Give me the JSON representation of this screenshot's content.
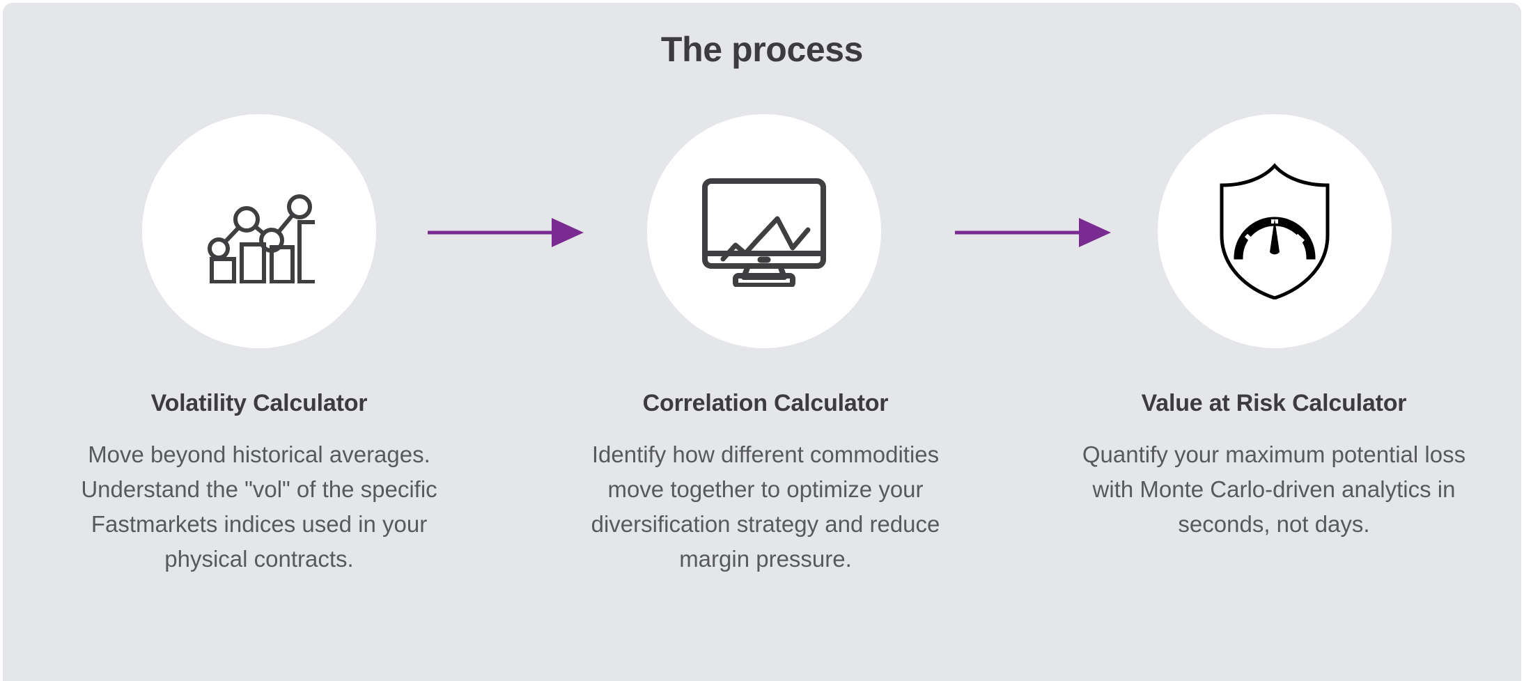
{
  "header": {
    "title": "The process"
  },
  "theme": {
    "background": "#e4e6e9",
    "badge_background": "#ffffff",
    "arrow_color": "#7a2b91",
    "title_color": "#3c3c3e",
    "body_color": "#58595b",
    "icon_stroke": "#3f3f41"
  },
  "steps": [
    {
      "icon": "bar-chart-line-icon",
      "title": "Volatility Calculator",
      "body": "Move beyond historical averages. Understand the \"vol\" of the specific Fastmarkets indices used in your physical contracts."
    },
    {
      "icon": "monitor-line-chart-icon",
      "title": "Correlation Calculator",
      "body": "Identify how different commodities move together to optimize your diversification strategy and reduce margin pressure."
    },
    {
      "icon": "shield-gauge-icon",
      "title": "Value at Risk Calculator",
      "body": "Quantify your maximum potential loss with Monte Carlo-driven analytics in seconds, not days."
    }
  ],
  "connectors": [
    {
      "name": "arrow-right-icon-1"
    },
    {
      "name": "arrow-right-icon-2"
    }
  ]
}
